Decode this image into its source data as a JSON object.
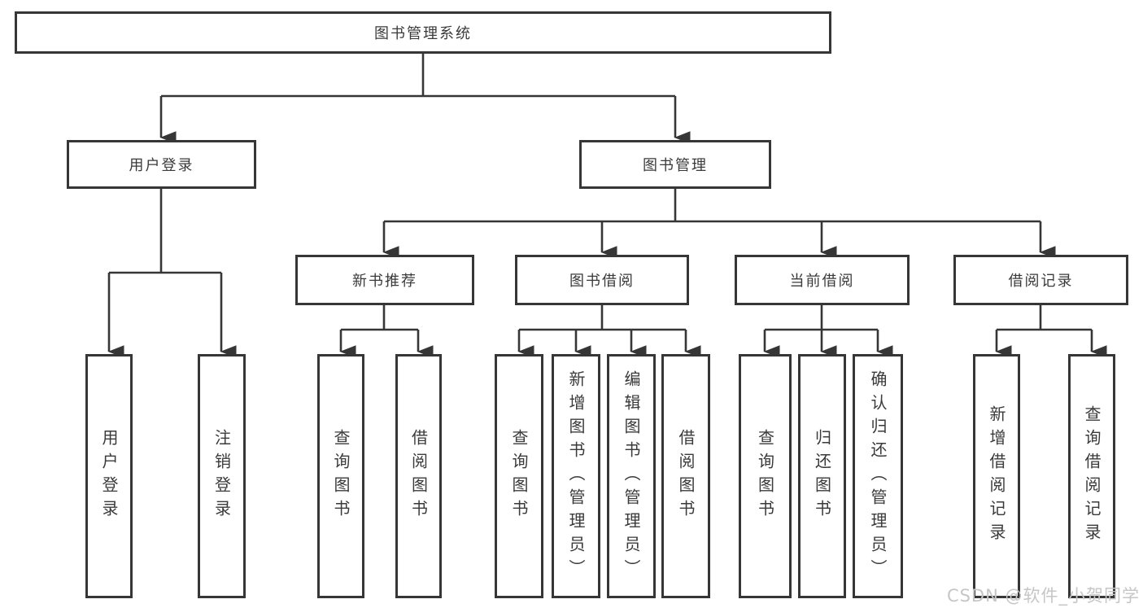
{
  "colors": {
    "line": "#363636",
    "text": "#3a3a3a",
    "watermark": "#c6c6c6",
    "background": "#ffffff"
  },
  "tree": {
    "root": {
      "label": "图书管理系统"
    },
    "branches": [
      {
        "label": "用户登录",
        "children": [
          {
            "label": "用户登录"
          },
          {
            "label": "注销登录"
          }
        ]
      },
      {
        "label": "图书管理",
        "sections": [
          {
            "label": "新书推荐",
            "children": [
              {
                "label": "查询图书"
              },
              {
                "label": "借阅图书"
              }
            ]
          },
          {
            "label": "图书借阅",
            "children": [
              {
                "label": "查询图书"
              },
              {
                "label": "新增图书（管理员）"
              },
              {
                "label": "编辑图书（管理员）"
              },
              {
                "label": "借阅图书"
              }
            ]
          },
          {
            "label": "当前借阅",
            "children": [
              {
                "label": "查询图书"
              },
              {
                "label": "归还图书"
              },
              {
                "label": "确认归还（管理员）"
              }
            ]
          },
          {
            "label": "借阅记录",
            "children": [
              {
                "label": "新增借阅记录"
              },
              {
                "label": "查询借阅记录"
              }
            ]
          }
        ]
      }
    ]
  },
  "watermark": {
    "text": "CSDN @软件_小贺同学"
  }
}
